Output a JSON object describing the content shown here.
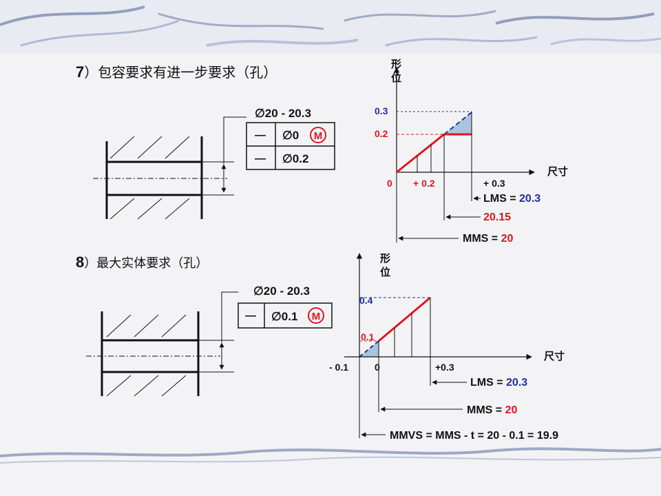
{
  "section7": {
    "title_num": "7",
    "title_text": "）包容要求有进一步要求（孔）",
    "frame": {
      "size_tolerance": "∅20 -  20.3",
      "row1_symbol": "—",
      "row1_value": "∅0",
      "row1_modifier": "M",
      "row2_symbol": "—",
      "row2_value": "∅0.2"
    },
    "graph": {
      "y_axis_label": "形\n位",
      "x_axis_label": "尺寸",
      "y_ticks": [
        "0.3",
        "0.2"
      ],
      "x_ticks": [
        "0",
        "+ 0.2",
        "+ 0.3"
      ],
      "annotations": {
        "lms_label": "LMS = ",
        "lms_value": "20.3",
        "mid_value": "20.15",
        "mms_label": "MMS = ",
        "mms_value": "20"
      }
    }
  },
  "section8": {
    "title_num": "8",
    "title_text": "）最大实体要求（孔）",
    "frame": {
      "size_tolerance": "∅20 -  20.3",
      "row1_symbol": "—",
      "row1_value": "∅0.1",
      "row1_modifier": "M"
    },
    "graph": {
      "y_axis_label": "形\n位",
      "x_axis_label": "尺寸",
      "y_ticks": [
        "0.4",
        "0.1"
      ],
      "x_ticks": [
        "- 0.1",
        "0",
        "+0.3"
      ],
      "annotations": {
        "lms_label": "LMS = ",
        "lms_value": "20.3",
        "mms_label": "MMS = ",
        "mms_value": "20",
        "mmvs": "MMVS = MMS - t = 20 - 0.1 = 19.9"
      }
    }
  },
  "colors": {
    "background": "#f3f3f6",
    "accent_blue": "#1f2f9a",
    "accent_red": "#e0141e",
    "fill_zone": "#a9c4de",
    "decor_stroke": "#5a6a9a"
  }
}
